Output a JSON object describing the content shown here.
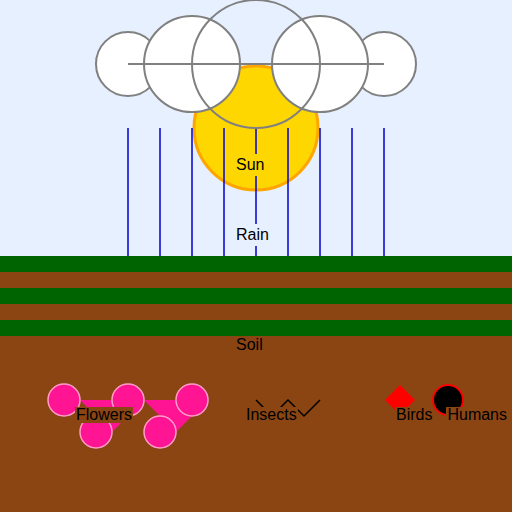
{
  "diagram": {
    "nodes": [
      {
        "text": [
          "Sun"
        ]
      }
    ],
    "labels": [
      "Rain",
      "Soil",
      "Flowers",
      "Insects",
      "Birds",
      "Humans"
    ]
  }
}
